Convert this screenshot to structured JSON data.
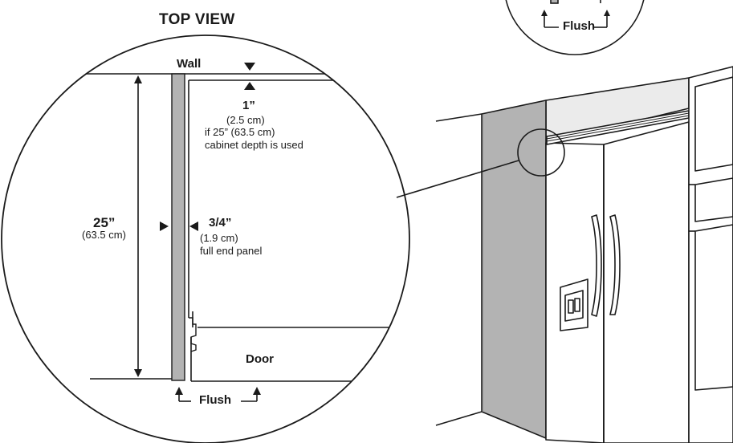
{
  "top_view_title": "TOP VIEW",
  "labels": {
    "wall": "Wall",
    "door": "Door",
    "flush": "Flush",
    "flush_top": "Flush"
  },
  "depth_clearance": {
    "value": "1”",
    "metric": "(2.5 cm)",
    "note_line1": "if 25” (63.5 cm)",
    "note_line2": "cabinet depth is used"
  },
  "cabinet_depth": {
    "value": "25”",
    "metric": "(63.5 cm)"
  },
  "end_panel": {
    "value": "3/4”",
    "metric": "(1.9 cm)",
    "note": "full end panel"
  },
  "colors": {
    "line": "#1a1a1a",
    "panel": "#b3b3b3",
    "panel_side": "#bdbdbd",
    "soffit": "#ebebeb"
  }
}
